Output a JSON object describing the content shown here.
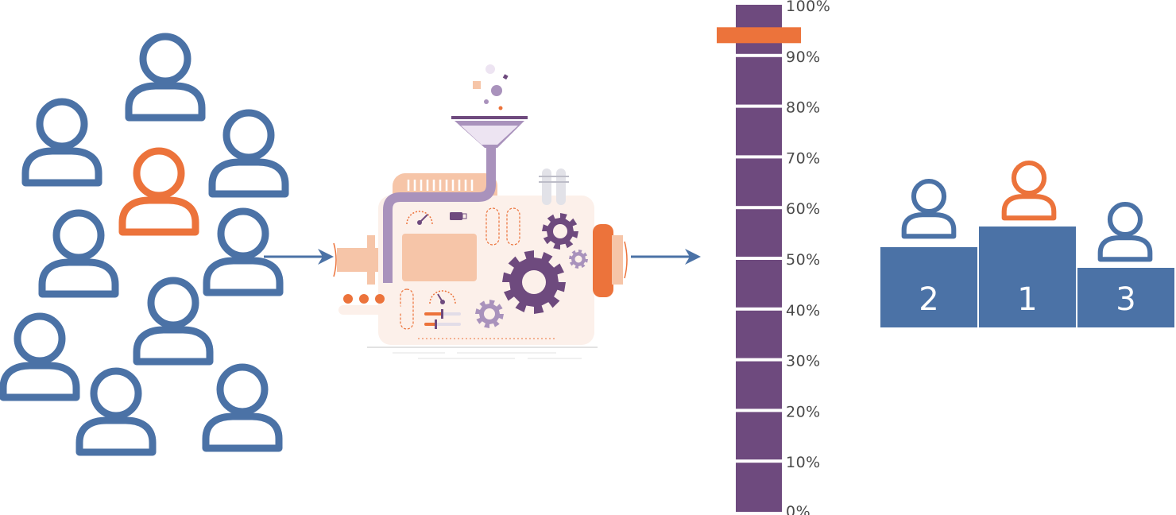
{
  "colors": {
    "person_blue": "#4B72A6",
    "person_orange": "#EC733B",
    "bar_purple": "#6E4A7E",
    "podium_blue": "#4B72A6",
    "arrow_blue": "#4B72A6",
    "machine_peach": "#F6C5A8",
    "machine_cream": "#FCF0EA",
    "machine_lilac": "#A992BC"
  },
  "crowd": {
    "people": [
      {
        "highlighted": false
      },
      {
        "highlighted": false
      },
      {
        "highlighted": false
      },
      {
        "highlighted": true
      },
      {
        "highlighted": false
      },
      {
        "highlighted": false
      },
      {
        "highlighted": false
      },
      {
        "highlighted": false
      },
      {
        "highlighted": false
      },
      {
        "highlighted": false
      },
      {
        "highlighted": false
      }
    ]
  },
  "machine": {
    "icons": [
      "funnel-icon",
      "gear-icon",
      "gauge-icon",
      "battery-icon",
      "slider-icon"
    ]
  },
  "percentile_scale": {
    "ticks": [
      "0%",
      "10%",
      "20%",
      "30%",
      "40%",
      "50%",
      "60%",
      "70%",
      "80%",
      "90%",
      "100%"
    ],
    "marker_value_percent": 94
  },
  "podium": {
    "places": [
      {
        "rank": "2",
        "highlighted": false
      },
      {
        "rank": "1",
        "highlighted": true
      },
      {
        "rank": "3",
        "highlighted": false
      }
    ]
  }
}
